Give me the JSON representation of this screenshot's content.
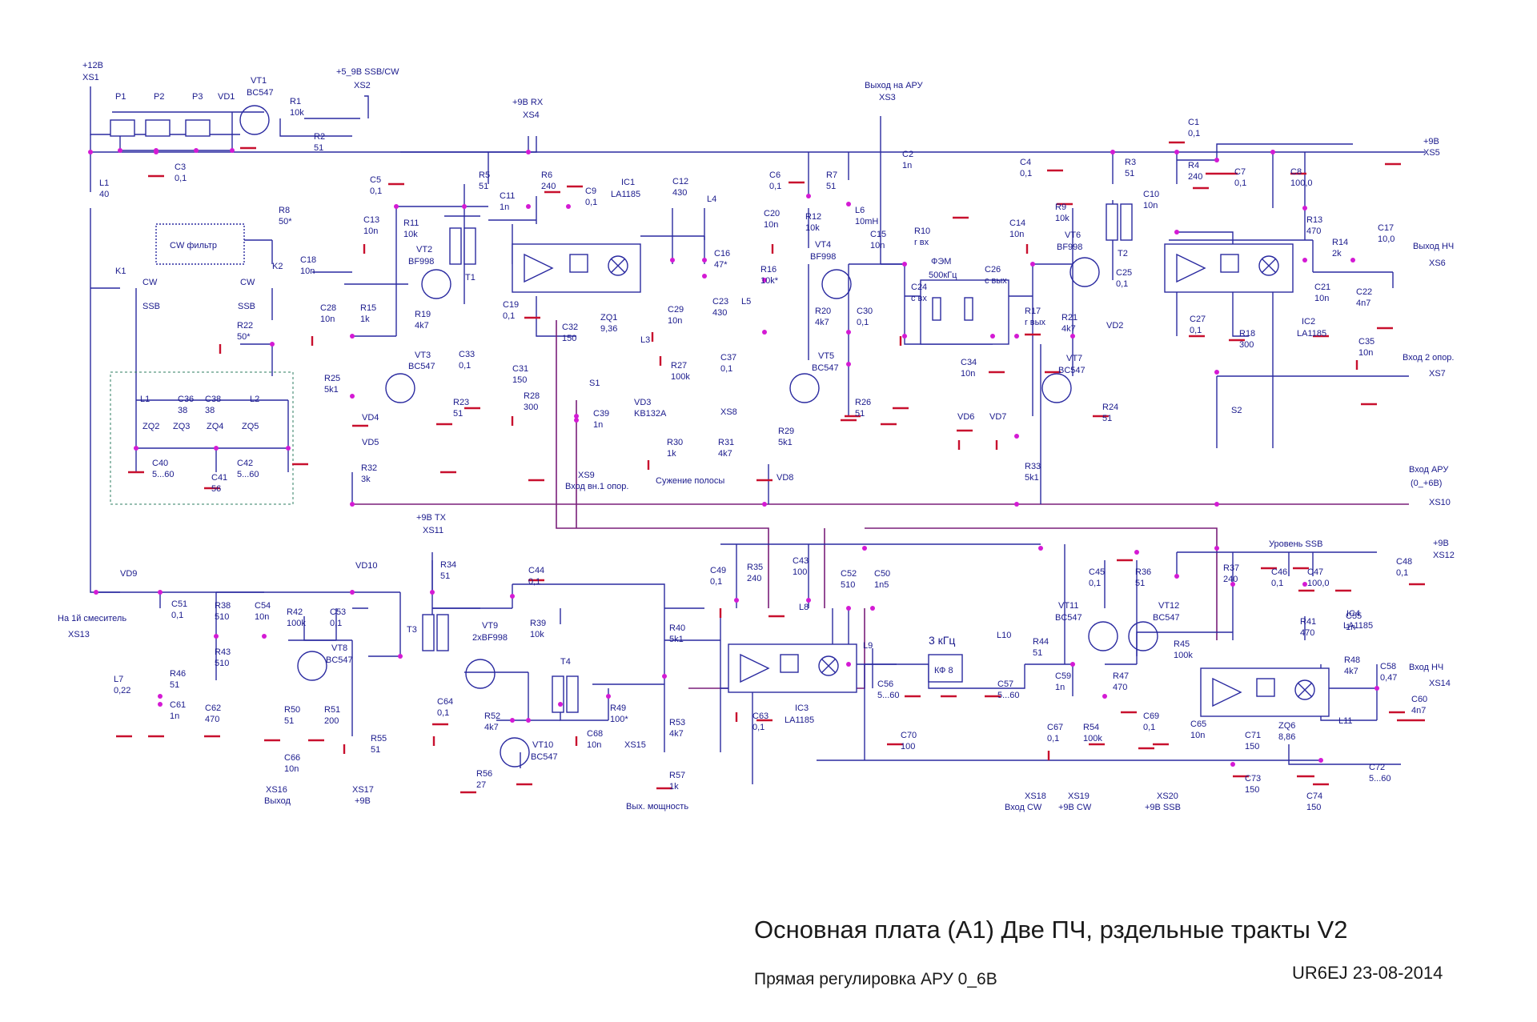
{
  "title": "Основная  плата (А1)  Две ПЧ, рздельные тракты V2",
  "subtitle": "Прямая регулировка АРУ   0_6В",
  "author_date": "UR6EJ  23-08-2014",
  "connectors": [
    {
      "ref": "XS1",
      "label": "+12В"
    },
    {
      "ref": "XS2",
      "label": "+5_9В SSB/CW"
    },
    {
      "ref": "XS3",
      "label": "Выход на АРУ"
    },
    {
      "ref": "XS4",
      "label": "+9В RX"
    },
    {
      "ref": "XS5",
      "label": "+9В"
    },
    {
      "ref": "XS6",
      "label": "Выход НЧ"
    },
    {
      "ref": "XS7",
      "label": "Вход 2 опор."
    },
    {
      "ref": "XS8",
      "label": ""
    },
    {
      "ref": "XS9",
      "label": "Вход вн.1 опор."
    },
    {
      "ref": "XS10",
      "label": "Вход АРУ"
    },
    {
      "ref": "XS11",
      "label": "+9В TX"
    },
    {
      "ref": "XS12",
      "label": "+9В"
    },
    {
      "ref": "XS13",
      "label": "На 1й смеситель"
    },
    {
      "ref": "XS14",
      "label": "Вход НЧ"
    },
    {
      "ref": "XS15",
      "label": ""
    },
    {
      "ref": "XS16",
      "label": "Выход"
    },
    {
      "ref": "XS17",
      "label": "+9В"
    },
    {
      "ref": "XS18",
      "label": "Вход CW"
    },
    {
      "ref": "XS19",
      "label": "+9В CW"
    },
    {
      "ref": "XS20",
      "label": "+9В SSB"
    }
  ],
  "notes": {
    "cw_filter": "CW фильтр",
    "fem": "ФЭМ",
    "fem_freq": "500кГц",
    "c_in": "с вх",
    "c_out": "с вых",
    "r_in": "r вх",
    "r_out": "r вых",
    "band_narrow": "Сужение полосы",
    "ssb_level": "Уровень SSB",
    "out_power": "Вых. мощность",
    "kf_freq": "3 кГц",
    "kf_name": "КФ 8",
    "agc_range": "(0_+6В)",
    "cw": "CW",
    "ssb": "SSB"
  },
  "chips": [
    {
      "ref": "IC1",
      "part": "LA1185"
    },
    {
      "ref": "IC2",
      "part": "LA1185"
    },
    {
      "ref": "IC3",
      "part": "LA1185"
    },
    {
      "ref": "IC4",
      "part": "LA1185"
    }
  ],
  "transistors": [
    {
      "ref": "VT1",
      "part": "BC547"
    },
    {
      "ref": "VT2",
      "part": "BF998"
    },
    {
      "ref": "VT3",
      "part": "BC547"
    },
    {
      "ref": "VT4",
      "part": "BF998"
    },
    {
      "ref": "VT5",
      "part": "BC547"
    },
    {
      "ref": "VT6",
      "part": "BF998"
    },
    {
      "ref": "VT7",
      "part": "BC547"
    },
    {
      "ref": "VT8",
      "part": "BC547"
    },
    {
      "ref": "VT9",
      "part": "2xBF998"
    },
    {
      "ref": "VT10",
      "part": "BC547"
    },
    {
      "ref": "VT11",
      "part": "BC547"
    },
    {
      "ref": "VT12",
      "part": "BC547"
    }
  ],
  "resistors": [
    {
      "ref": "R1",
      "value": "10k"
    },
    {
      "ref": "R2",
      "value": "51"
    },
    {
      "ref": "R5",
      "value": "51"
    },
    {
      "ref": "R6",
      "value": "240"
    },
    {
      "ref": "R7",
      "value": "51"
    },
    {
      "ref": "R8",
      "value": "50*"
    },
    {
      "ref": "R9",
      "value": "10k"
    },
    {
      "ref": "R3",
      "value": "51"
    },
    {
      "ref": "R4",
      "value": "240"
    },
    {
      "ref": "R10",
      "value": "r вх"
    },
    {
      "ref": "R11",
      "value": "10k"
    },
    {
      "ref": "R12",
      "value": "10k"
    },
    {
      "ref": "R13",
      "value": "470"
    },
    {
      "ref": "R14",
      "value": "2k"
    },
    {
      "ref": "R15",
      "value": "1k"
    },
    {
      "ref": "R16",
      "value": "10k*"
    },
    {
      "ref": "R17",
      "value": "r вых"
    },
    {
      "ref": "R18",
      "value": "300"
    },
    {
      "ref": "R19",
      "value": "4k7"
    },
    {
      "ref": "R20",
      "value": "4k7"
    },
    {
      "ref": "R21",
      "value": "4k7"
    },
    {
      "ref": "R22",
      "value": "50*"
    },
    {
      "ref": "R23",
      "value": "51"
    },
    {
      "ref": "R24",
      "value": "51"
    },
    {
      "ref": "R25",
      "value": "5k1"
    },
    {
      "ref": "R26",
      "value": "51"
    },
    {
      "ref": "R27",
      "value": "100k"
    },
    {
      "ref": "R28",
      "value": "300"
    },
    {
      "ref": "R29",
      "value": "5k1"
    },
    {
      "ref": "R30",
      "value": "1k"
    },
    {
      "ref": "R31",
      "value": "4k7"
    },
    {
      "ref": "R32",
      "value": "3k"
    },
    {
      "ref": "R33",
      "value": "5k1"
    },
    {
      "ref": "R34",
      "value": "51"
    },
    {
      "ref": "R35",
      "value": "240"
    },
    {
      "ref": "R36",
      "value": "51"
    },
    {
      "ref": "R37",
      "value": "240"
    },
    {
      "ref": "R38",
      "value": "510"
    },
    {
      "ref": "R39",
      "value": "10k"
    },
    {
      "ref": "R40",
      "value": "5k1"
    },
    {
      "ref": "R41",
      "value": "470"
    },
    {
      "ref": "R42",
      "value": "100k"
    },
    {
      "ref": "R43",
      "value": "510"
    },
    {
      "ref": "R44",
      "value": "51"
    },
    {
      "ref": "R45",
      "value": "100k"
    },
    {
      "ref": "R46",
      "value": "51"
    },
    {
      "ref": "R47",
      "value": "470"
    },
    {
      "ref": "R48",
      "value": "4k7"
    },
    {
      "ref": "R49",
      "value": "100*"
    },
    {
      "ref": "R50",
      "value": "51"
    },
    {
      "ref": "R51",
      "value": "200"
    },
    {
      "ref": "R52",
      "value": "4k7"
    },
    {
      "ref": "R53",
      "value": "4k7"
    },
    {
      "ref": "R54",
      "value": "100k"
    },
    {
      "ref": "R55",
      "value": "51"
    },
    {
      "ref": "R56",
      "value": "27"
    },
    {
      "ref": "R57",
      "value": "1k"
    }
  ],
  "capacitors": [
    {
      "ref": "C1",
      "value": "0,1"
    },
    {
      "ref": "C2",
      "value": "1n"
    },
    {
      "ref": "C3",
      "value": "0,1"
    },
    {
      "ref": "C4",
      "value": "0,1"
    },
    {
      "ref": "C5",
      "value": "0,1"
    },
    {
      "ref": "C6",
      "value": "0,1"
    },
    {
      "ref": "C7",
      "value": "0,1"
    },
    {
      "ref": "C8",
      "value": "100,0"
    },
    {
      "ref": "C9",
      "value": "0,1"
    },
    {
      "ref": "C10",
      "value": "10n"
    },
    {
      "ref": "C11",
      "value": "1n"
    },
    {
      "ref": "C12",
      "value": "430"
    },
    {
      "ref": "C13",
      "value": "10n"
    },
    {
      "ref": "C14",
      "value": "10n"
    },
    {
      "ref": "C15",
      "value": "10n"
    },
    {
      "ref": "C16",
      "value": "47*"
    },
    {
      "ref": "C17",
      "value": "10,0"
    },
    {
      "ref": "C18",
      "value": "10n"
    },
    {
      "ref": "C19",
      "value": "0,1"
    },
    {
      "ref": "C20",
      "value": "10n"
    },
    {
      "ref": "C21",
      "value": "10n"
    },
    {
      "ref": "C22",
      "value": "4n7"
    },
    {
      "ref": "C23",
      "value": "430"
    },
    {
      "ref": "C24",
      "value": "с вх"
    },
    {
      "ref": "C25",
      "value": "0,1"
    },
    {
      "ref": "C26",
      "value": "с вых"
    },
    {
      "ref": "C27",
      "value": "0,1"
    },
    {
      "ref": "C28",
      "value": "10n"
    },
    {
      "ref": "C29",
      "value": "10n"
    },
    {
      "ref": "C30",
      "value": "0,1"
    },
    {
      "ref": "C31",
      "value": "150"
    },
    {
      "ref": "C32",
      "value": "150"
    },
    {
      "ref": "C33",
      "value": "0,1"
    },
    {
      "ref": "C34",
      "value": "10n"
    },
    {
      "ref": "C35",
      "value": "10n"
    },
    {
      "ref": "C36",
      "value": "38"
    },
    {
      "ref": "C37",
      "value": "0,1"
    },
    {
      "ref": "C38",
      "value": "38"
    },
    {
      "ref": "C39",
      "value": "1n"
    },
    {
      "ref": "C40",
      "value": "5...60"
    },
    {
      "ref": "C41",
      "value": "56"
    },
    {
      "ref": "C42",
      "value": "5...60"
    },
    {
      "ref": "C43",
      "value": "100"
    },
    {
      "ref": "C44",
      "value": "0,1"
    },
    {
      "ref": "C45",
      "value": "0,1"
    },
    {
      "ref": "C46",
      "value": "0,1"
    },
    {
      "ref": "C47",
      "value": "100,0"
    },
    {
      "ref": "C48",
      "value": "0,1"
    },
    {
      "ref": "C49",
      "value": "0,1"
    },
    {
      "ref": "C50",
      "value": "1n5"
    },
    {
      "ref": "C51",
      "value": "0,1"
    },
    {
      "ref": "C52",
      "value": "510"
    },
    {
      "ref": "C53",
      "value": "0,1"
    },
    {
      "ref": "C54",
      "value": "10n"
    },
    {
      "ref": "C55",
      "value": "1n"
    },
    {
      "ref": "C56",
      "value": "5...60"
    },
    {
      "ref": "C57",
      "value": "5...60"
    },
    {
      "ref": "C58",
      "value": "0,47"
    },
    {
      "ref": "C59",
      "value": "1n"
    },
    {
      "ref": "C60",
      "value": "4n7"
    },
    {
      "ref": "C61",
      "value": "1n"
    },
    {
      "ref": "C62",
      "value": "470"
    },
    {
      "ref": "C63",
      "value": "0,1"
    },
    {
      "ref": "C64",
      "value": "0,1"
    },
    {
      "ref": "C65",
      "value": "10n"
    },
    {
      "ref": "C66",
      "value": "10n"
    },
    {
      "ref": "C67",
      "value": "0,1"
    },
    {
      "ref": "C68",
      "value": "10n"
    },
    {
      "ref": "C69",
      "value": "0,1"
    },
    {
      "ref": "C70",
      "value": "100"
    },
    {
      "ref": "C71",
      "value": "150"
    },
    {
      "ref": "C72",
      "value": "5...60"
    },
    {
      "ref": "C73",
      "value": "150"
    },
    {
      "ref": "C74",
      "value": "150"
    }
  ],
  "inductors": [
    {
      "ref": "L1",
      "value": "40"
    },
    {
      "ref": "L4",
      "value": ""
    },
    {
      "ref": "L5",
      "value": ""
    },
    {
      "ref": "L6",
      "value": "10mH"
    },
    {
      "ref": "L3",
      "value": ""
    },
    {
      "ref": "L7",
      "value": "0,22"
    },
    {
      "ref": "L8",
      "value": ""
    },
    {
      "ref": "L9",
      "value": ""
    },
    {
      "ref": "L10",
      "value": ""
    },
    {
      "ref": "L11",
      "value": ""
    }
  ],
  "diodes": [
    {
      "ref": "VD1",
      "value": ""
    },
    {
      "ref": "VD2",
      "value": ""
    },
    {
      "ref": "VD3",
      "value": "KB132A"
    },
    {
      "ref": "VD4",
      "value": ""
    },
    {
      "ref": "VD5",
      "value": ""
    },
    {
      "ref": "VD6",
      "value": ""
    },
    {
      "ref": "VD7",
      "value": ""
    },
    {
      "ref": "VD8",
      "value": ""
    },
    {
      "ref": "VD9",
      "value": ""
    },
    {
      "ref": "VD10",
      "value": ""
    }
  ],
  "crystals": [
    {
      "ref": "ZQ1",
      "value": "9,36"
    },
    {
      "ref": "ZQ2",
      "value": ""
    },
    {
      "ref": "ZQ3",
      "value": ""
    },
    {
      "ref": "ZQ4",
      "value": ""
    },
    {
      "ref": "ZQ5",
      "value": ""
    },
    {
      "ref": "ZQ6",
      "value": "8,86"
    }
  ],
  "misc": [
    {
      "ref": "P1"
    },
    {
      "ref": "P2"
    },
    {
      "ref": "P3"
    },
    {
      "ref": "K1"
    },
    {
      "ref": "K2"
    },
    {
      "ref": "T1"
    },
    {
      "ref": "T2"
    },
    {
      "ref": "T3"
    },
    {
      "ref": "T4"
    },
    {
      "ref": "S1"
    },
    {
      "ref": "S2"
    },
    {
      "ref": "L1b",
      "label": "L1"
    },
    {
      "ref": "L2",
      "label": "L2"
    }
  ]
}
